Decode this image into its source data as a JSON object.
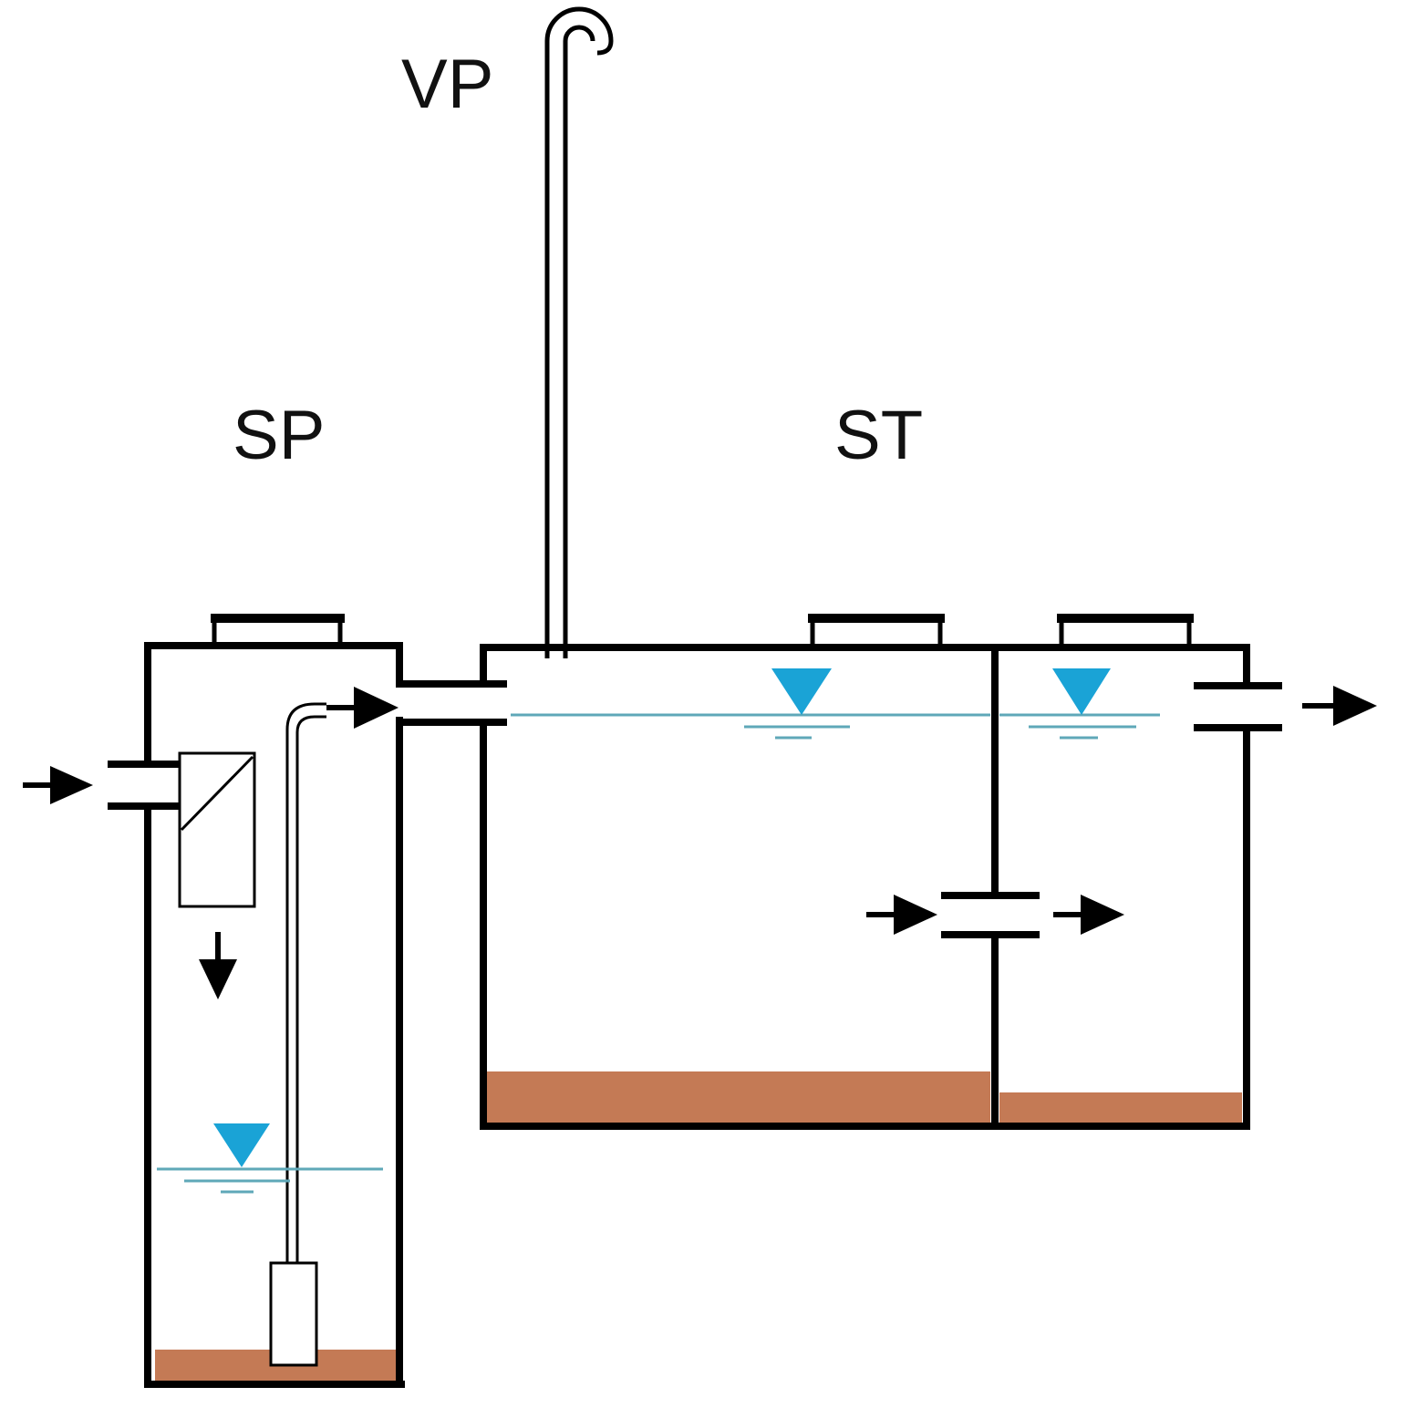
{
  "labels": {
    "vent_pipe": "VP",
    "septic_pump_chamber": "SP",
    "septic_tank": "ST"
  },
  "colors": {
    "wall": "#000000",
    "water": "#1aa3d6",
    "water_line": "#5fa8b8",
    "sludge": "#c47a55",
    "background": "#ffffff"
  },
  "icons": {
    "water_level": "water-level-triangle-icon",
    "flow": "flow-arrow-icon"
  }
}
